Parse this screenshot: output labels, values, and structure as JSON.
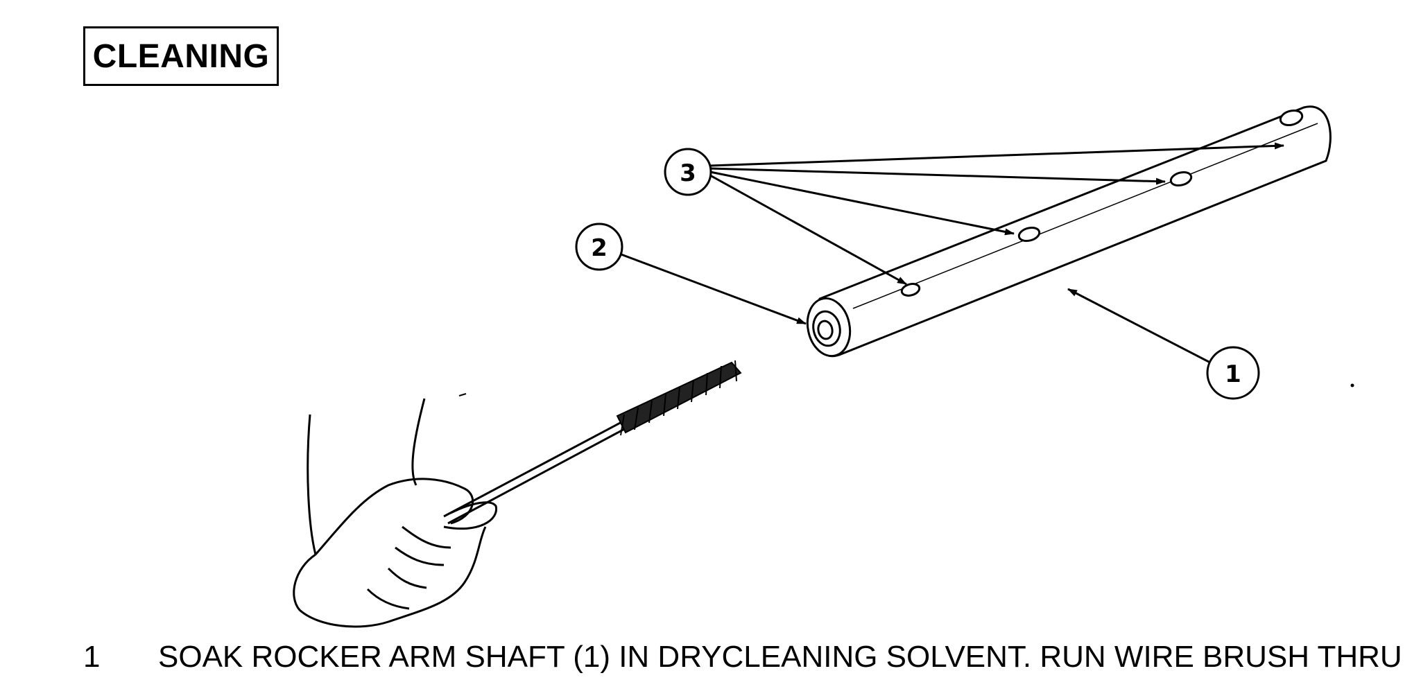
{
  "section": {
    "title": "CLEANING"
  },
  "callouts": {
    "c1": "1",
    "c2": "2",
    "c3": "3"
  },
  "steps": [
    {
      "number": "1",
      "text": "SOAK ROCKER ARM SHAFT (1) IN DRYCLEANING SOLVENT. RUN WIRE BRUSH THRU"
    }
  ],
  "icons": {
    "arrow": "arrow-head-icon",
    "brush": "wire-brush-icon",
    "hand": "hand-icon"
  }
}
